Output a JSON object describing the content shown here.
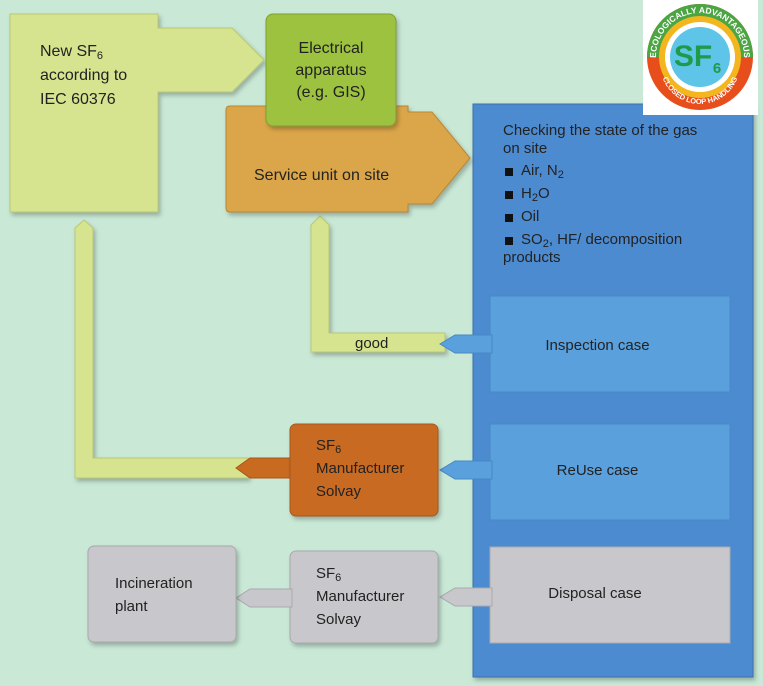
{
  "diagram": {
    "new_sf6": {
      "line1_prefix": "New SF",
      "line1_sub": "6",
      "line2": "according to",
      "line3": "IEC 60376"
    },
    "electrical_apparatus": {
      "line1": "Electrical",
      "line2": "apparatus",
      "line3": "(e.g. GIS)"
    },
    "service_unit": {
      "label": "Service unit on site"
    },
    "checking": {
      "title_line1": "Checking the state of the gas",
      "title_line2": "on site",
      "items": [
        {
          "text": "Air, N",
          "sub": "2",
          "tail": ""
        },
        {
          "text": "H",
          "sub": "2",
          "tail": "O"
        },
        {
          "text": "Oil",
          "sub": "",
          "tail": ""
        },
        {
          "text": "SO",
          "sub": "2",
          "tail": ", HF/ decomposition products"
        }
      ]
    },
    "good_label": "good",
    "inspection_case": "Inspection case",
    "reuse_case": "ReUse case",
    "disposal_case": "Disposal case",
    "manufacturer_orange": {
      "prefix": "SF",
      "sub": "6",
      "line2": "Manufacturer",
      "line3": "Solvay"
    },
    "manufacturer_grey": {
      "prefix": "SF",
      "sub": "6",
      "line2": "Manufacturer",
      "line3": "Solvay"
    },
    "incineration": {
      "line1": "Incineration",
      "line2": "plant"
    }
  },
  "logo": {
    "top_text": "ECOLOGICALLY ADVANTAGEOUS",
    "bottom_text": "CLOSED LOOP HANDLING",
    "center_prefix": "SF",
    "center_sub": "6"
  },
  "colors": {
    "background": "#c9e8d6",
    "light_green": "#d6e48f",
    "green": "#9cc23f",
    "orange": "#dba64a",
    "blue_panel": "#4d8bd0",
    "blue_case": "#5aa0dc",
    "dark_orange": "#c96a21",
    "grey": "#c8c8cc"
  }
}
